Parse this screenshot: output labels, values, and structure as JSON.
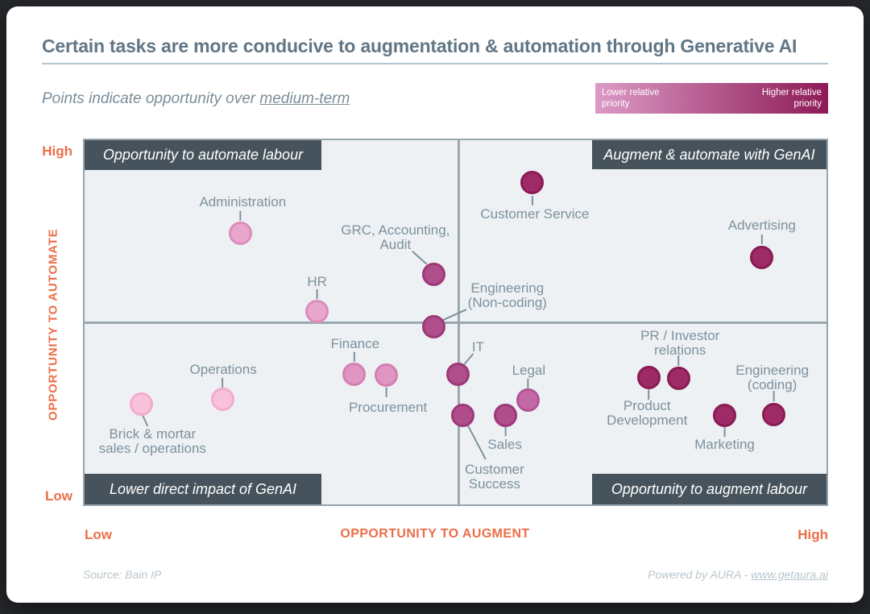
{
  "header": {
    "title": "Certain tasks are more conducive to augmentation & automation through Generative AI",
    "subtitle_prefix": "Points indicate opportunity over ",
    "subtitle_term": "medium-term"
  },
  "legend": {
    "lower_lines": [
      "Lower relative",
      "priority"
    ],
    "higher_lines": [
      "Higher relative",
      "priority"
    ],
    "gradient_from": "#dc9ac6",
    "gradient_to": "#8d1a56"
  },
  "axes": {
    "accent_color": "#ec6e48",
    "y_title": "OPPORTUNITY TO AUTOMATE",
    "y_high": "High",
    "y_low": "Low",
    "x_title": "OPPORTUNITY TO AUGMENT",
    "x_low": "Low",
    "x_high": "High"
  },
  "footer": {
    "source": "Source: Bain IP",
    "powered_prefix": "Powered by AURA - ",
    "powered_link": "www.getaura.ai"
  },
  "chart_data": {
    "type": "scatter",
    "title": "Certain tasks are more conducive to augmentation & automation through Generative AI",
    "xlabel": "OPPORTUNITY TO AUGMENT",
    "ylabel": "OPPORTUNITY TO AUTOMATE",
    "x_range_labels": [
      "Low",
      "High"
    ],
    "y_range_labels": [
      "Low",
      "High"
    ],
    "grid": "quadrant-midlines",
    "legend_position": "top-right",
    "quadrant_labels": {
      "top_left": "Opportunity to automate labour",
      "top_right": "Augment & automate with GenAI",
      "bottom_left": "Lower direct impact of GenAI",
      "bottom_right": "Opportunity to augment labour"
    },
    "leader_color": "#7e919d",
    "color_scale": {
      "lowest": {
        "fill": "#f8c2db",
        "stroke": "#f3abce"
      },
      "low": {
        "fill": "#e8a6cd",
        "stroke": "#dd8cbc"
      },
      "medium": {
        "fill": "#e095c3",
        "stroke": "#d47fb3"
      },
      "med_high": {
        "fill": "#c368a6",
        "stroke": "#b15596"
      },
      "high": {
        "fill": "#b04e8c",
        "stroke": "#9e3878"
      },
      "highest": {
        "fill": "#9e2b68",
        "stroke": "#8a1b53"
      }
    },
    "points": [
      {
        "label": "Administration",
        "lines": [
          "Administration"
        ],
        "augment": 0.209,
        "automate": 0.746,
        "priority": "low",
        "label_dx": 3,
        "label_dy": -39,
        "leader": [
          0,
          -16,
          0,
          -28
        ]
      },
      {
        "label": "GRC, Accounting, Audit",
        "lines": [
          "GRC, Accounting,",
          "Audit"
        ],
        "augment": 0.469,
        "automate": 0.634,
        "priority": "high",
        "label_dx": -48,
        "label_dy": -46,
        "leader": [
          -9,
          -13,
          -27,
          -29
        ]
      },
      {
        "label": "HR",
        "lines": [
          "HR"
        ],
        "augment": 0.312,
        "automate": 0.533,
        "priority": "low",
        "label_dx": 0,
        "label_dy": -37,
        "leader": [
          0,
          -16,
          0,
          -28
        ]
      },
      {
        "label": "Customer Service",
        "lines": [
          "Customer Service"
        ],
        "augment": 0.601,
        "automate": 0.884,
        "priority": "highest",
        "label_dx": 3,
        "label_dy": 39,
        "leader": [
          0,
          16,
          0,
          28
        ]
      },
      {
        "label": "Advertising",
        "lines": [
          "Advertising"
        ],
        "augment": 0.909,
        "automate": 0.682,
        "priority": "highest",
        "label_dx": 0,
        "label_dy": -39,
        "leader": [
          0,
          -16,
          0,
          -28
        ]
      },
      {
        "label": "Engineering (Non-coding)",
        "lines": [
          "Engineering",
          "(Non-coding)"
        ],
        "augment": 0.469,
        "automate": 0.493,
        "priority": "high",
        "label_dx": 91,
        "label_dy": -38,
        "leader": [
          9,
          -7,
          40,
          -21
        ]
      },
      {
        "label": "Operations",
        "lines": [
          "Operations"
        ],
        "augment": 0.185,
        "automate": 0.294,
        "priority": "lowest",
        "label_dx": 1,
        "label_dy": -37,
        "leader": [
          0,
          -15,
          0,
          -27
        ]
      },
      {
        "label": "Brick & mortar sales / operations",
        "lines": [
          "Brick & mortar",
          "sales / operations"
        ],
        "augment": 0.076,
        "automate": 0.281,
        "priority": "lowest",
        "label_dx": 14,
        "label_dy": 46,
        "leader": [
          2,
          14,
          8,
          27
        ]
      },
      {
        "label": "Finance",
        "lines": [
          "Finance"
        ],
        "augment": 0.362,
        "automate": 0.362,
        "priority": "medium",
        "label_dx": 1,
        "label_dy": -38,
        "leader": [
          0,
          -16,
          0,
          -28
        ]
      },
      {
        "label": "Procurement",
        "lines": [
          "Procurement"
        ],
        "augment": 0.405,
        "automate": 0.36,
        "priority": "medium",
        "label_dx": 2,
        "label_dy": 40,
        "leader": [
          0,
          15,
          0,
          27
        ]
      },
      {
        "label": "IT",
        "lines": [
          "IT"
        ],
        "augment": 0.501,
        "automate": 0.364,
        "priority": "high",
        "label_dx": 25,
        "label_dy": -33,
        "leader": [
          8,
          -12,
          19,
          -25
        ]
      },
      {
        "label": "Legal",
        "lines": [
          "Legal"
        ],
        "augment": 0.595,
        "automate": 0.292,
        "priority": "med_high",
        "label_dx": 1,
        "label_dy": -37,
        "leader": [
          0,
          -15,
          0,
          -27
        ]
      },
      {
        "label": "Sales",
        "lines": [
          "Sales"
        ],
        "augment": 0.565,
        "automate": 0.252,
        "priority": "high",
        "label_dx": -1,
        "label_dy": 37,
        "leader": [
          0,
          15,
          0,
          26
        ]
      },
      {
        "label": "Customer Success",
        "lines": [
          "Customer",
          "Success"
        ],
        "augment": 0.508,
        "automate": 0.252,
        "priority": "high",
        "label_dx": 39,
        "label_dy": 77,
        "leader": [
          6,
          13,
          28,
          55
        ]
      },
      {
        "label": "Product Development",
        "lines": [
          "Product",
          "Development"
        ],
        "augment": 0.757,
        "automate": 0.355,
        "priority": "highest",
        "label_dx": -2,
        "label_dy": 45,
        "leader": [
          0,
          15,
          0,
          28
        ]
      },
      {
        "label": "PR / Investor relations",
        "lines": [
          "PR / Investor",
          "relations"
        ],
        "augment": 0.797,
        "automate": 0.351,
        "priority": "highest",
        "label_dx": 2,
        "label_dy": -44,
        "leader": [
          0,
          -16,
          0,
          -29
        ]
      },
      {
        "label": "Marketing",
        "lines": [
          "Marketing"
        ],
        "augment": 0.859,
        "automate": 0.252,
        "priority": "highest",
        "label_dx": 0,
        "label_dy": 37,
        "leader": [
          0,
          15,
          0,
          27
        ]
      },
      {
        "label": "Engineering (coding)",
        "lines": [
          "Engineering",
          "(coding)"
        ],
        "augment": 0.925,
        "automate": 0.254,
        "priority": "highest",
        "label_dx": -2,
        "label_dy": -45,
        "leader": [
          0,
          -16,
          0,
          -29
        ]
      }
    ]
  }
}
